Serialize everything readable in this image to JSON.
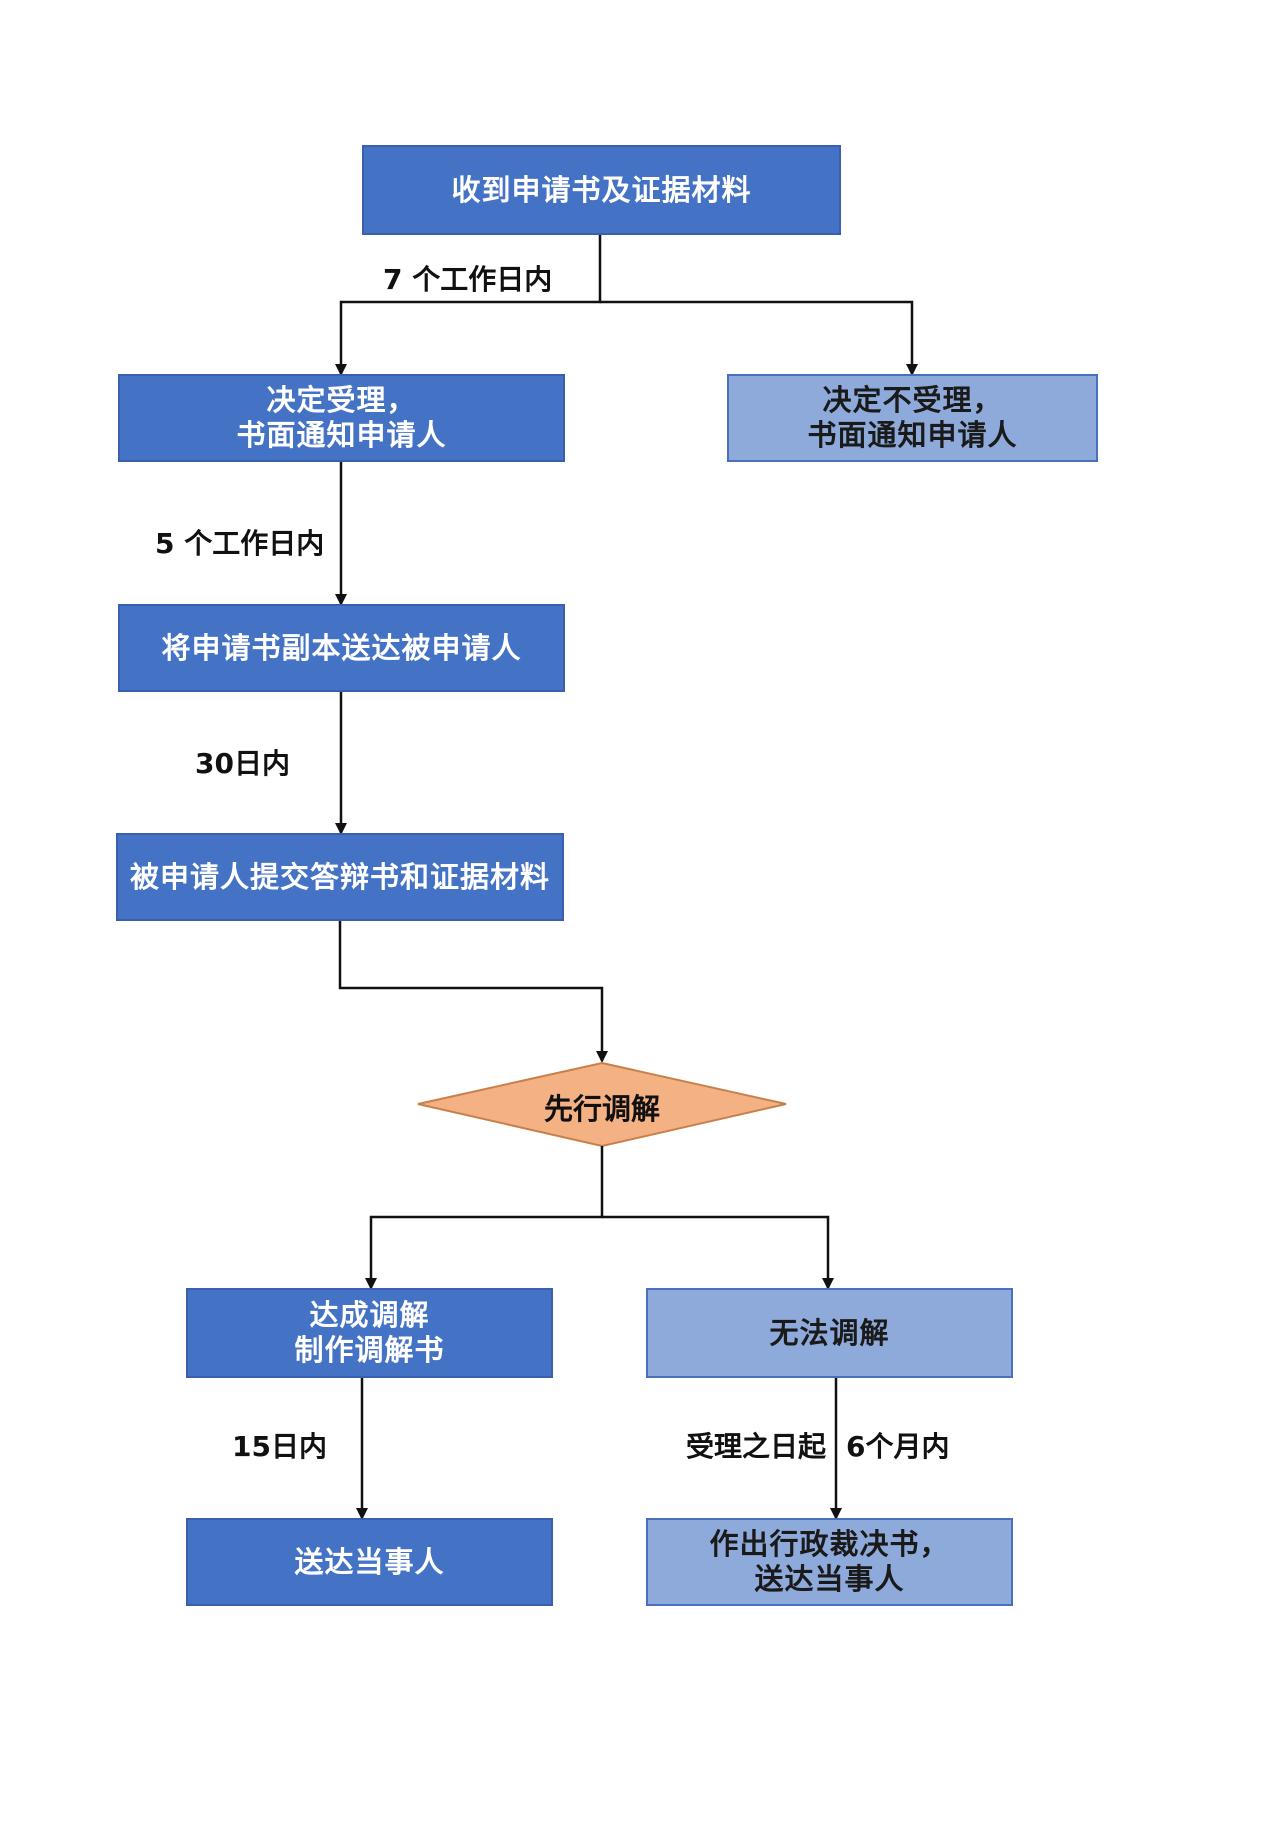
{
  "colors": {
    "primary_box": "#4472c4",
    "secondary_box": "#8eaadb",
    "decision": "#f4b183",
    "connector": "#111111"
  },
  "nodes": {
    "receive": "收到申请书及证据材料",
    "accept": "决定受理，\n书面通知申请人",
    "reject": "决定不受理，\n书面通知申请人",
    "serve_copy": "将申请书副本送达被申请人",
    "respondent_submit": "被申请人提交答辩书和证据材料",
    "mediation": "先行调解",
    "mediated": "达成调解\n制作调解书",
    "not_mediated": "无法调解",
    "serve_parties": "送达当事人",
    "ruling": "作出行政裁决书，\n送达当事人"
  },
  "edges": {
    "receive_to_decision": "7 个工作日内",
    "accept_to_serve": "5 个工作日内",
    "serve_to_submit": "30日内",
    "mediated_to_serve": "15日内",
    "not_mediated_to_ruling_a": "受理之日起",
    "not_mediated_to_ruling_b": "6个月内"
  }
}
